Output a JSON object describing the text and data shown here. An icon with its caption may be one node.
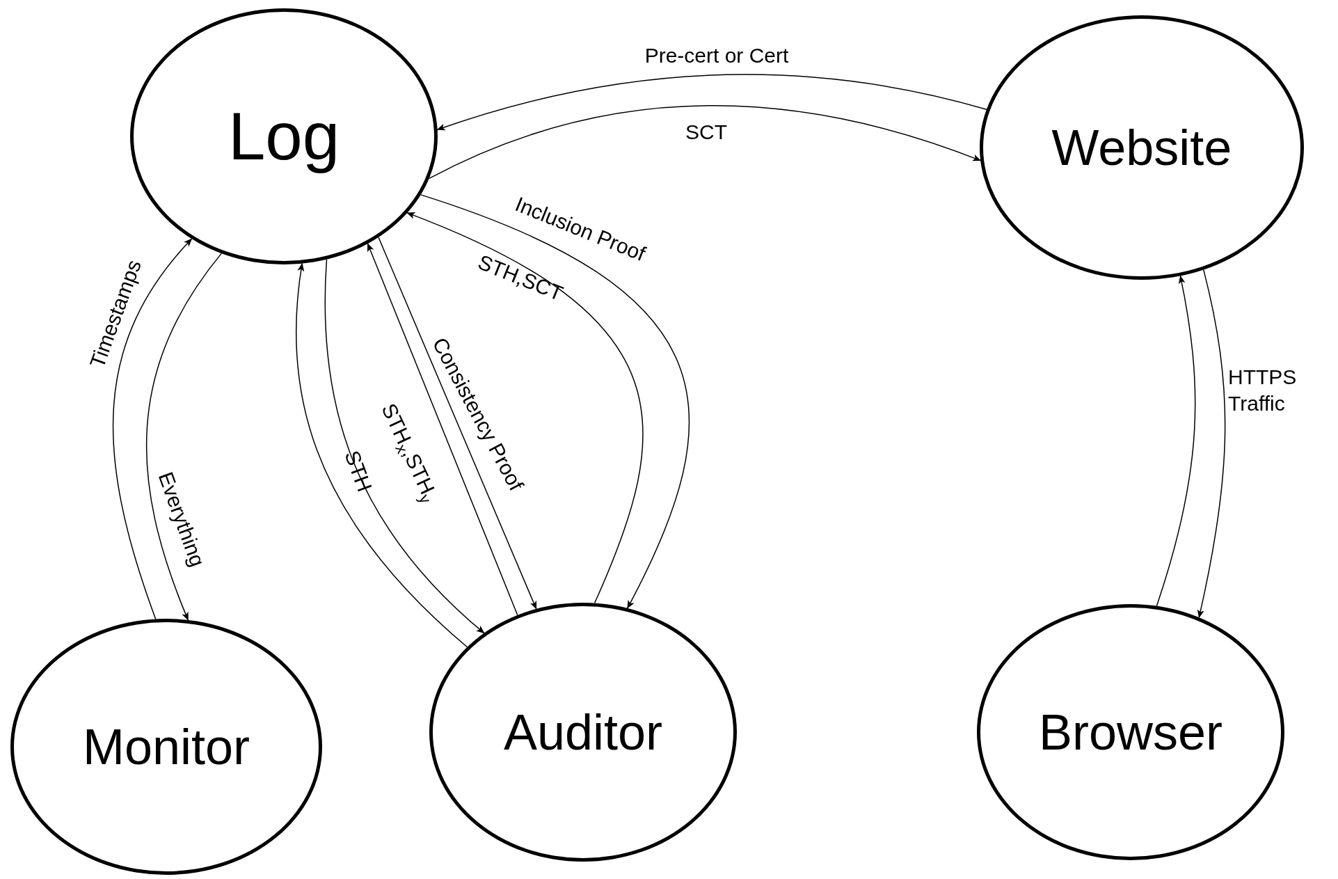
{
  "diagram": {
    "nodes": [
      {
        "text": [
          "Log"
        ]
      },
      {
        "text": [
          "Website"
        ]
      },
      {
        "text": [
          "Monitor"
        ]
      },
      {
        "text": [
          "Auditor"
        ]
      },
      {
        "text": [
          "Browser"
        ]
      }
    ],
    "edges": [
      {
        "from": 1,
        "to": 0,
        "arrow": "to",
        "label": "Pre-cert or Cert"
      },
      {
        "from": 0,
        "to": 1,
        "arrow": "to",
        "label": "SCT"
      },
      {
        "from": 0,
        "to": 3,
        "arrow": "to",
        "label": "Inclusion Proof"
      },
      {
        "from": 3,
        "to": 0,
        "arrow": "to",
        "label": "STH,SCT"
      },
      {
        "from": 2,
        "to": 0,
        "arrow": "to",
        "label": "Timestamps"
      },
      {
        "from": 0,
        "to": 2,
        "arrow": "to",
        "label": "Everything"
      },
      {
        "from": 0,
        "to": 3,
        "arrow": "to",
        "label": "STH"
      },
      {
        "from": 3,
        "to": 0,
        "arrow": "to"
      },
      {
        "from": 3,
        "to": 0,
        "arrow": "to",
        "label": "STH$_{x}$,STH$_{y}$"
      },
      {
        "from": 0,
        "to": 3,
        "arrow": "to",
        "label": "Consistency Proof"
      },
      {
        "from": 4,
        "to": 1,
        "arrow": "to"
      },
      {
        "from": 1,
        "to": 4,
        "arrow": "to",
        "label": "HTTPS Traffic"
      }
    ]
  }
}
